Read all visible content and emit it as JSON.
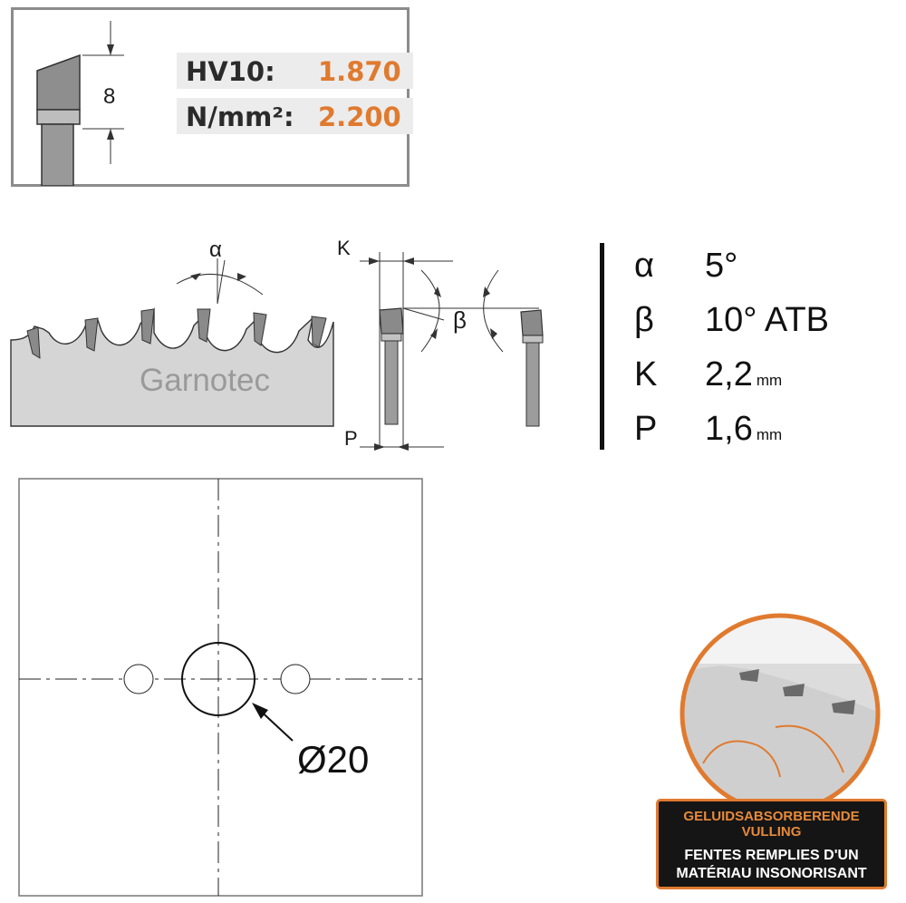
{
  "hardness": {
    "rows": [
      {
        "label": "HV10:",
        "value": "1.870"
      },
      {
        "label": "N/mm²:",
        "value": "2.200"
      }
    ],
    "tooth_height": "8"
  },
  "blade": {
    "brand": "Garnotec",
    "alpha_label": "α",
    "beta_label": "β",
    "k_label": "K",
    "p_label": "P"
  },
  "parameters": [
    {
      "symbol": "α",
      "value": "5°",
      "unit": ""
    },
    {
      "symbol": "β",
      "value": "10° ATB",
      "unit": ""
    },
    {
      "symbol": "K",
      "value": "2,2",
      "unit": "mm"
    },
    {
      "symbol": "P",
      "value": "1,6",
      "unit": "mm"
    }
  ],
  "bore": {
    "diameter_label": "Ø20"
  },
  "badge": {
    "nl": "GELUIDSABSORBERENDE VULLING",
    "fr": "FENTES REMPLIES D'UN MATÉRIAU INSONORISANT"
  },
  "colors": {
    "accent": "#e07a2f",
    "steel": "#d4d4d4",
    "carbide": "#8a8a8a",
    "frame": "#8c8c8c"
  }
}
